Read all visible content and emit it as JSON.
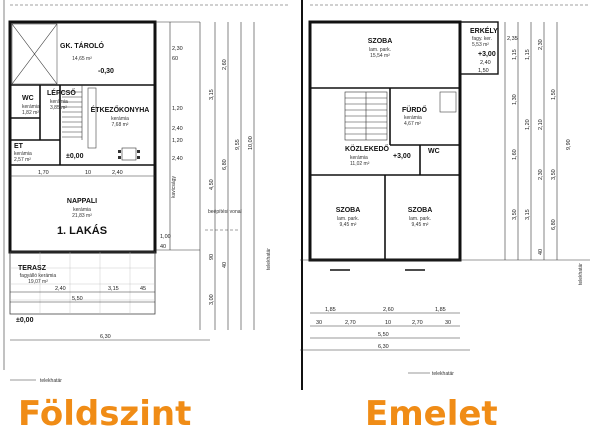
{
  "ground": {
    "title": "Földszint",
    "unit_label": "1. LAKÁS",
    "rooms": {
      "storage": {
        "name": "GK. TÁROLÓ",
        "floor": "",
        "area": "14,65 m²"
      },
      "stair": {
        "name": "LÉPCSŐ",
        "floor": "kerámia",
        "area": "3,85 m²"
      },
      "wc": {
        "name": "WC",
        "floor": "kerámia",
        "area": "1,82 m²"
      },
      "kitchen": {
        "name": "ÉTKEZŐKONYHA",
        "floor": "kerámia",
        "area": "7,68 m²"
      },
      "hall": {
        "name": "ET",
        "floor": "kerámia",
        "area": "2,57 m²"
      },
      "living": {
        "name": "NAPPALI",
        "floor": "kerámia",
        "area": "21,83 m²"
      },
      "terrace": {
        "name": "TERASZ",
        "floor": "fagyálló kerámia",
        "area": "19,07 m²"
      }
    },
    "levels": {
      "garage": "-0,30",
      "main": "±0,00",
      "terrace": "±0,00"
    },
    "annotations": {
      "line": "beépítési vonal",
      "border": "telekhatár",
      "side": "kavicságy"
    },
    "dims_bottom": [
      "2,40",
      "3,15",
      "45"
    ],
    "dims_bottom2": "5,50",
    "dims_bottom3": "6,30",
    "dims_mid": [
      "1,70",
      "10",
      "2,40"
    ],
    "dims_right": [
      "2,30",
      "60",
      "1,20",
      "2,40",
      "1,20",
      "2,40",
      "1,00",
      "40"
    ],
    "dims_vert": [
      "3,15",
      "2,60",
      "4,50",
      "6,80",
      "9,55",
      "10,00",
      "90",
      "40",
      "3,00"
    ]
  },
  "upper": {
    "title": "Emelet",
    "rooms": {
      "bed1": {
        "name": "SZOBA",
        "floor": "lam. park.",
        "area": "15,54 m²"
      },
      "balcony": {
        "name": "ERKÉLY",
        "floor": "fagy. ker.",
        "area": "5,53 m²"
      },
      "bath": {
        "name": "FÜRDŐ",
        "floor": "kerámia",
        "area": "4,67 m²"
      },
      "corridor": {
        "name": "KÖZLEKEDŐ",
        "floor": "kerámia",
        "area": "11,02 m²"
      },
      "wc": {
        "name": "WC",
        "floor": "",
        "area": ""
      },
      "bed2": {
        "name": "SZOBA",
        "floor": "lam. park.",
        "area": "9,45 m²"
      },
      "bed3": {
        "name": "SZOBA",
        "floor": "lam. park.",
        "area": "9,45 m²"
      }
    },
    "levels": {
      "balcony": "+3,00",
      "corridor": "+3,00"
    },
    "annotations": {
      "border": "telekhatár"
    },
    "dims_bottom1": [
      "1,85",
      "2,60",
      "1,85"
    ],
    "dims_bottom2": [
      "30",
      "2,70",
      "10",
      "2,70",
      "30"
    ],
    "dims_bottom3": "5,50",
    "dims_bottom4": "6,30",
    "dims_right": [
      "2,35",
      "2,40",
      "1,50",
      "1,15",
      "1,15",
      "1,30",
      "2,30",
      "3,50",
      "3,15",
      "40"
    ],
    "dims_vert": [
      "1,20",
      "2,10",
      "1,60",
      "2,30",
      "3,50",
      "1,50",
      "9,90",
      "6,80"
    ]
  }
}
